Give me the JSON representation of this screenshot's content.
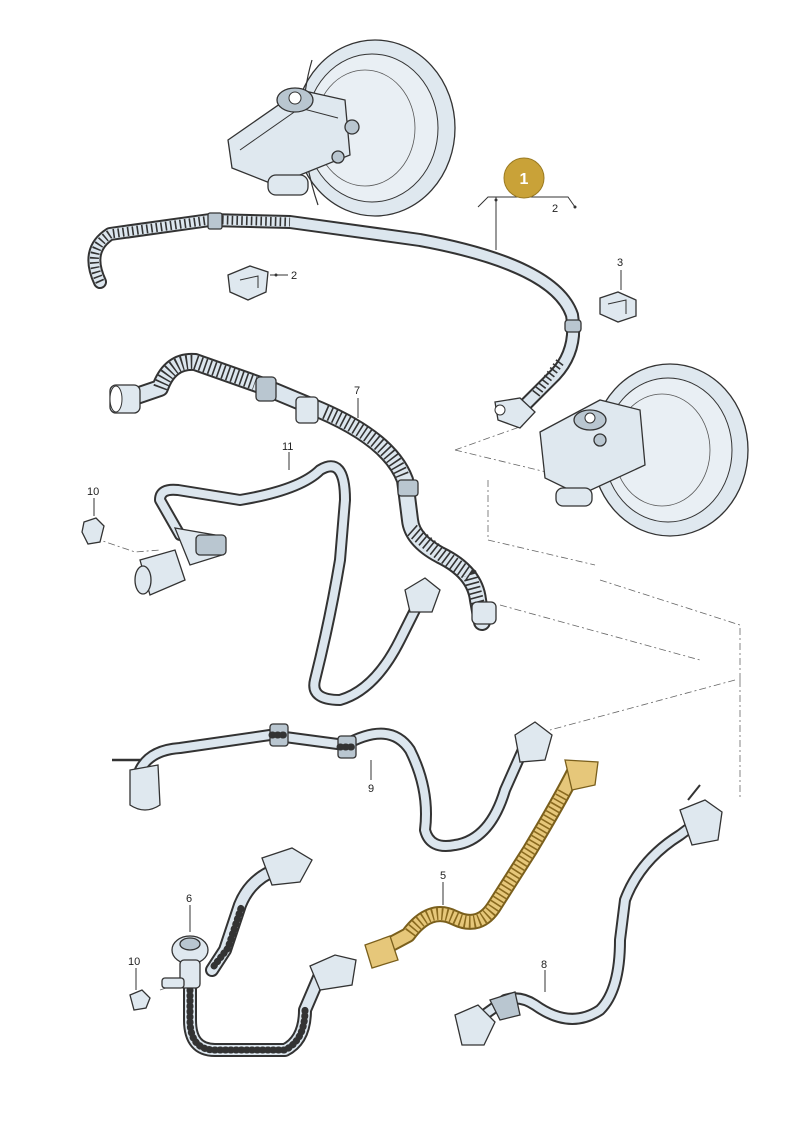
{
  "highlight_color": "#c9a238",
  "highlight_badge": {
    "label": "1"
  },
  "callouts": {
    "top_ref": "2",
    "clip_ref": "2",
    "part_3": "3",
    "part_5": "5",
    "part_6": "6",
    "part_7": "7",
    "part_8": "8",
    "part_9": "9",
    "part_10_top": "10",
    "part_10_bottom": "10",
    "part_11": "11"
  }
}
